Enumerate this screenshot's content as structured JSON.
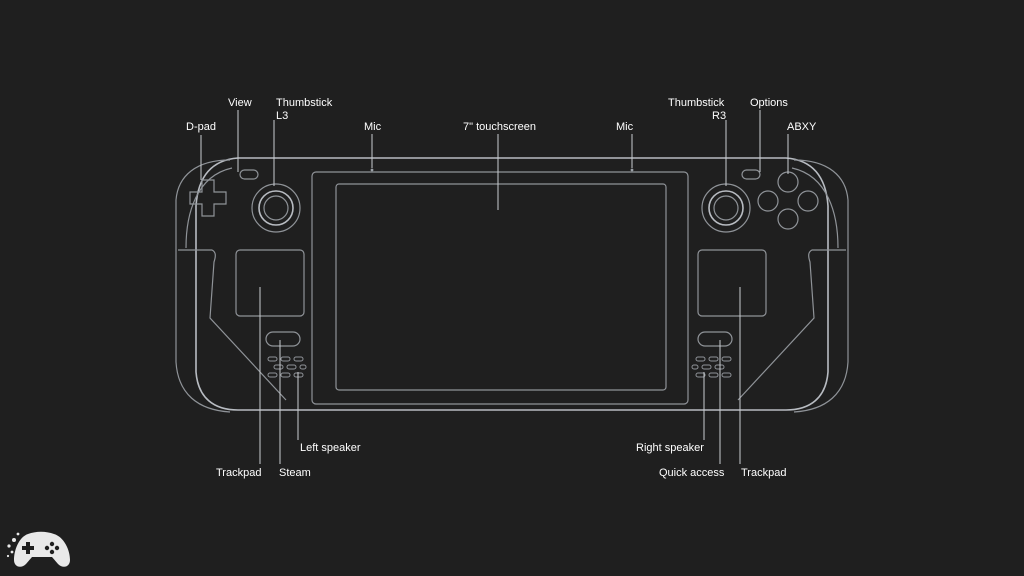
{
  "labels": {
    "dpad": "D-pad",
    "view": "View",
    "thumbstick_l3": [
      "Thumbstick",
      "L3"
    ],
    "mic_left": "Mic",
    "touchscreen": "7\" touchscreen",
    "mic_right": "Mic",
    "thumbstick_r3": [
      "Thumbstick",
      "R3"
    ],
    "options": "Options",
    "abxy": "ABXY",
    "trackpad_left": "Trackpad",
    "steam": "Steam",
    "left_speaker": "Left speaker",
    "right_speaker": "Right speaker",
    "quick_access": "Quick access",
    "trackpad_right": "Trackpad"
  },
  "colors": {
    "background": "#1f1f1f",
    "outline": "#8f9398",
    "label": "#ffffff"
  },
  "watermark": {
    "icon": "gamepad-logo-icon"
  }
}
